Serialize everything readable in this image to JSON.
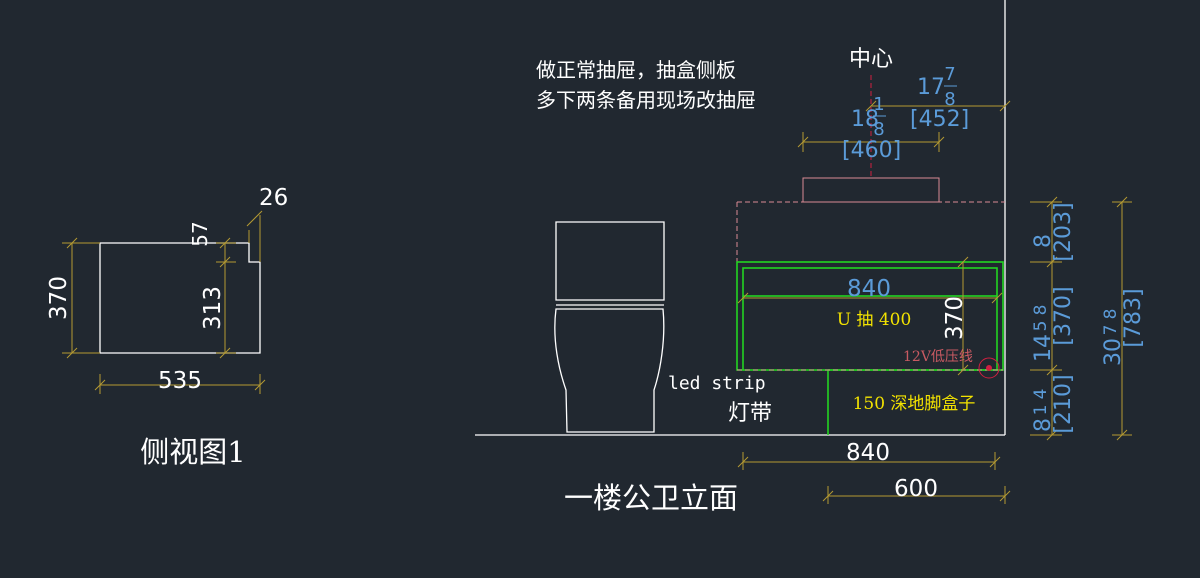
{
  "side_view": {
    "title": "侧视图1",
    "dim_height": "370",
    "dim_width": "535",
    "dim_top_step": "57",
    "dim_inner_height": "313",
    "dim_notch": "26"
  },
  "elevation": {
    "title": "一楼公卫立面",
    "note_line1": "做正常抽屉，抽盒侧板",
    "note_line2": "多下两条备用现场改抽屉",
    "center_label": "中心",
    "led_label": "led strip",
    "led_cn_label": "灯带",
    "drawer_label": "U 抽 400",
    "drawer_height": "370",
    "drawer_width": "840",
    "toe_box_label": "150 深地脚盒子",
    "low_voltage_label": "12V低压线",
    "bottom_width": "840",
    "depth": "600"
  },
  "blue_dims": {
    "center_a_whole": "18",
    "center_a_num": "1",
    "center_a_den": "8",
    "center_a_mm": "[460]",
    "center_b_whole": "17",
    "center_b_num": "7",
    "center_b_den": "8",
    "center_b_mm": "[452]",
    "top_whole": "8",
    "top_mm": "[203]",
    "mid_whole": "14",
    "mid_num": "5",
    "mid_den": "8",
    "mid_mm": "[370]",
    "low_whole": "8",
    "low_num": "1",
    "low_den": "4",
    "low_mm": "[210]",
    "total_whole": "30",
    "total_num": "7",
    "total_den": "8",
    "total_mm": "[783]"
  },
  "colors": {
    "background": "#212830",
    "line": "#ffffff",
    "dimension_line": "#b59a32",
    "cabinet": "#22d422",
    "imperial_dim": "#5b9bd8",
    "label_yellow": "#f2e200",
    "hidden_pink": "#d98a94"
  }
}
